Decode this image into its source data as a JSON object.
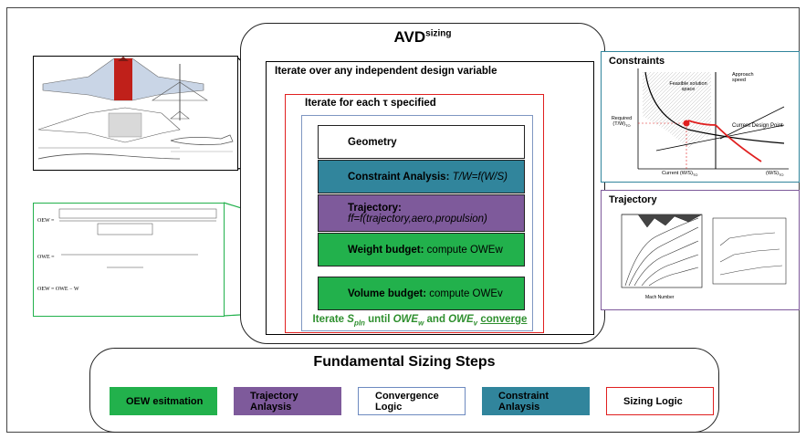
{
  "main": {
    "title": "AVD",
    "title_sup": "sizing",
    "iterate_outer": "Iterate over any independent design variable",
    "iterate_tau": "Iterate for each τ specified",
    "iterate_spln_pre": "Iterate ",
    "iterate_spln_var": "S",
    "iterate_spln_sub": "pln",
    "iterate_spln_mid": " until ",
    "iterate_owe_w": "OWE",
    "iterate_owe_w_sub": "w",
    "iterate_and": " and ",
    "iterate_owe_v": "OWE",
    "iterate_owe_v_sub": "v",
    "iterate_converge": "converge",
    "steps": {
      "geometry": "Geometry",
      "constraint_bold": "Constraint Analysis: ",
      "constraint_italic": "T/W=f(W/S)",
      "trajectory_bold": "Trajectory:",
      "trajectory_italic": "ff=f(trajectory,aero,propulsion)",
      "weight_bold": "Weight budget: ",
      "weight_rest": "compute OWEw",
      "volume_bold": "Volume budget: ",
      "volume_rest": "compute OWEv"
    }
  },
  "fundamental": {
    "title": "Fundamental Sizing Steps",
    "legend": [
      {
        "label": "OEW esitmation",
        "color": "#22b14c"
      },
      {
        "label": "Trajectory Anlaysis",
        "color": "#7e5a9b"
      },
      {
        "label": "Convergence Logic",
        "color": "#6d8ac0"
      },
      {
        "label": "Constraint Anlaysis",
        "color": "#31859c"
      },
      {
        "label": "Sizing Logic",
        "color": "#e02020"
      }
    ]
  },
  "constraints_panel": {
    "title": "Constraints",
    "feasible": "Feasible solution space",
    "approach": "Approach speed",
    "current_point": "Current Design Point",
    "ylabel": "Required (T/W)",
    "ylabel_sub": "TO",
    "xlabel_current": "Current (W/S)",
    "xlabel_current_sub": "TO",
    "xlabel": "(W/S)",
    "xlabel_sub": "TO"
  },
  "trajectory_panel": {
    "title": "Trajectory",
    "xlabel": "Mach Number"
  },
  "colors": {
    "green": "#22b14c",
    "purple": "#7e5a9b",
    "teal": "#31859c",
    "red": "#e02020",
    "blue": "#7f97c2"
  }
}
